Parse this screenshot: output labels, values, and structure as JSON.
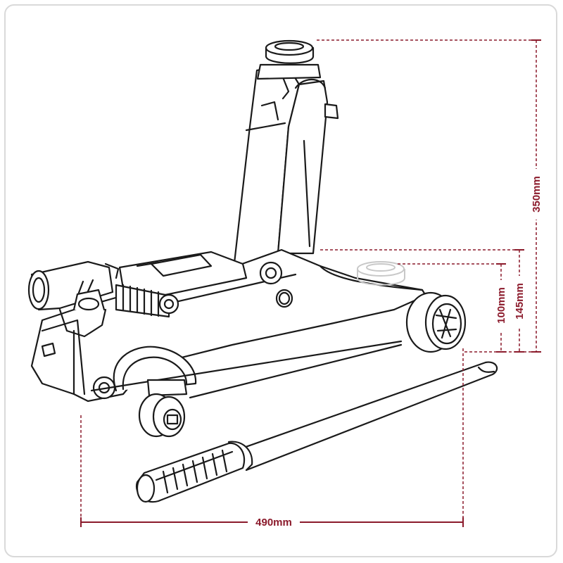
{
  "diagram": {
    "colors": {
      "outline": "#1a1a1a",
      "dimension": "#8b1a2b",
      "faded": "#c8c8c8",
      "background": "#ffffff",
      "border": "#d9d9d9"
    },
    "dimensions": {
      "max_height": "350mm",
      "mid_height": "145mm",
      "min_height": "100mm",
      "length": "490mm"
    }
  }
}
